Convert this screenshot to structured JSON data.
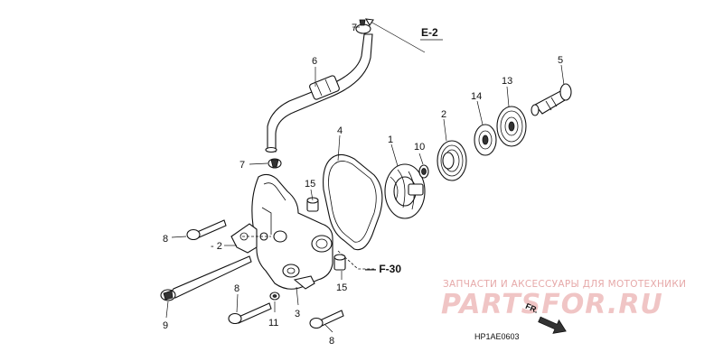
{
  "diagram": {
    "callouts": {
      "p1": "1",
      "p2a": "2",
      "p2b": "- 2",
      "p3": "3",
      "p4": "4",
      "p5": "5",
      "p6": "6",
      "p7a": "7",
      "p7b": "7",
      "p8a": "8",
      "p8b": "8",
      "p8c": "8",
      "p9": "9",
      "p10": "10",
      "p11": "11",
      "p13": "13",
      "p14": "14",
      "p15a": "15",
      "p15b": "15"
    },
    "references": {
      "e2": "E-2",
      "f30": "— F-30"
    },
    "diagram_code": "HP1AE0603",
    "direction_marker": "FR."
  },
  "watermark": {
    "caption": "ЗАПЧАСТИ И АКСЕССУАРЫ ДЛЯ МОТОТЕХНИКИ",
    "logo_text": "PARTSFOR.RU",
    "color": "#e6a9a9"
  }
}
